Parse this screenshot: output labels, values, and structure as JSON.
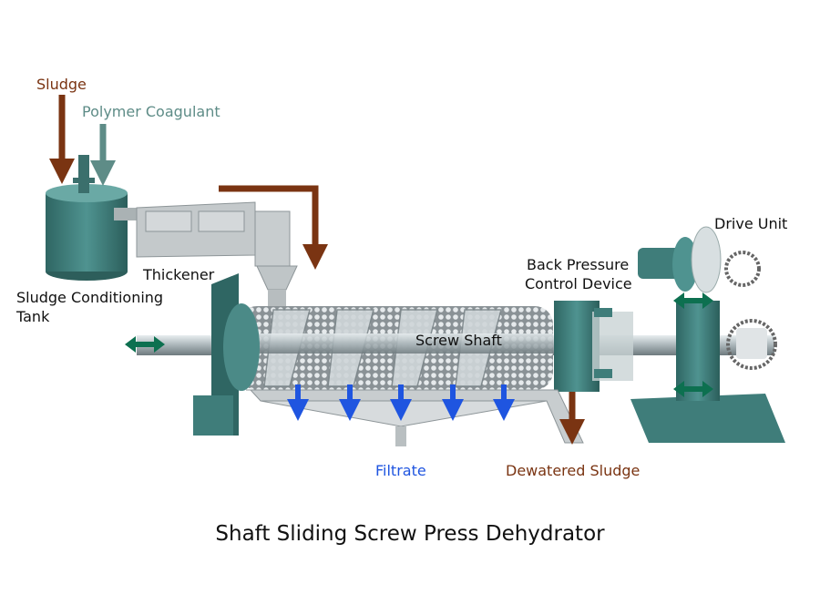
{
  "title": "Shaft Sliding Screw Press Dehydrator",
  "labels": {
    "sludge": "Sludge",
    "polymer": "Polymer Coagulant",
    "thickener": "Thickener",
    "tank_line1": "Sludge Conditioning",
    "tank_line2": "Tank",
    "back_line1": "Back Pressure",
    "back_line2": "Control Device",
    "drive": "Drive Unit",
    "screw": "Screw Shaft",
    "filtrate": "Filtrate",
    "dewatered": "Dewatered Sludge"
  },
  "colors": {
    "sludge": "#7a3412",
    "polymer": "#5e8c87",
    "filtrate": "#1f55e0",
    "slide_arrow": "#0d7050",
    "machine": "#3f7d7a"
  }
}
